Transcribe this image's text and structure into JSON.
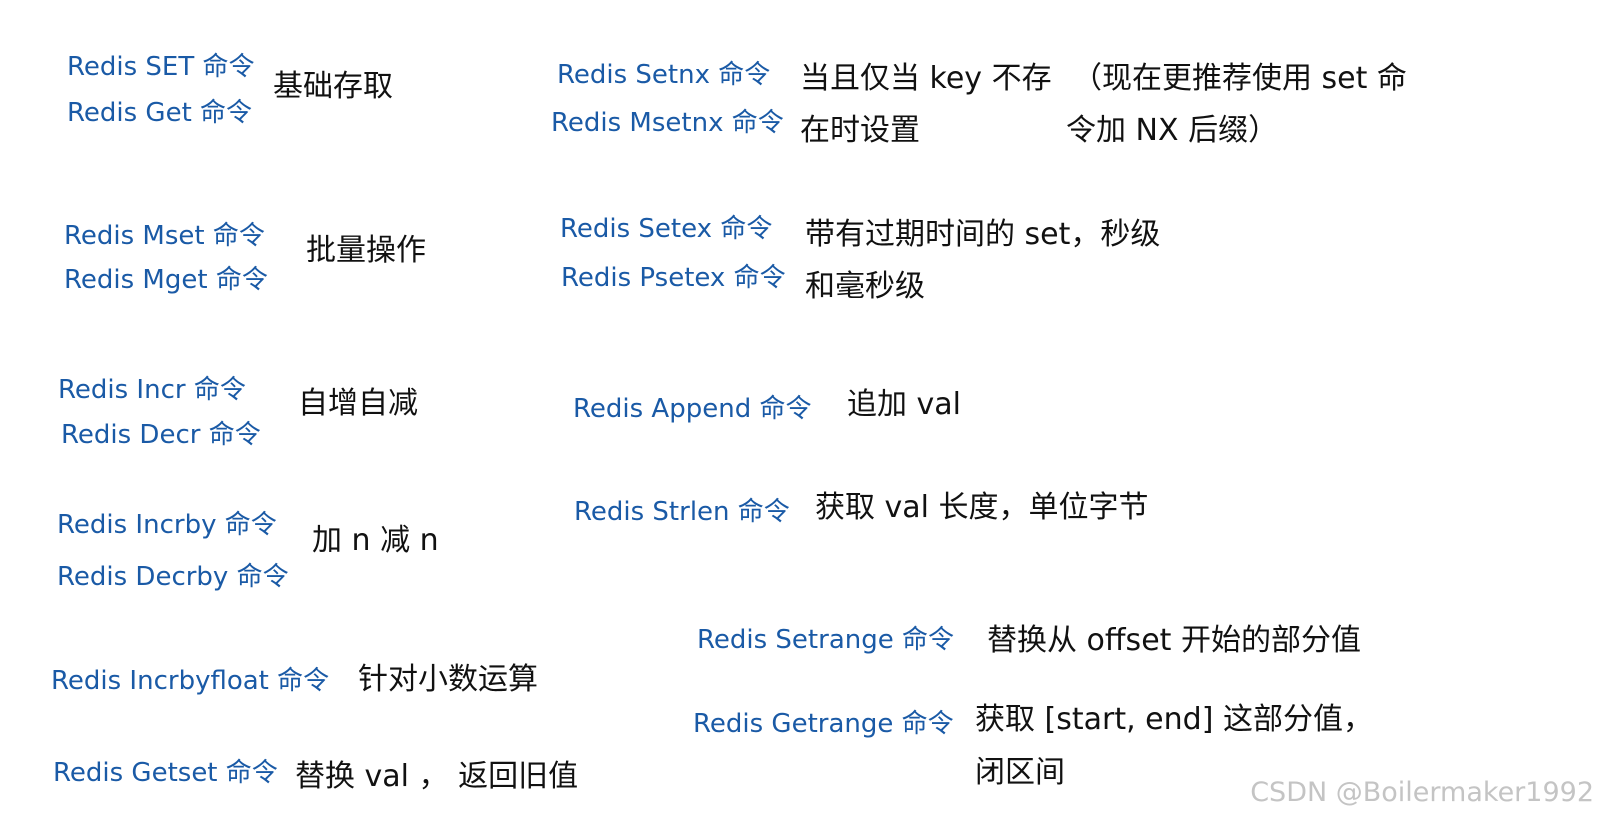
{
  "left_groups": [
    {
      "commands": [
        "Redis SET 命令",
        "Redis Get 命令"
      ],
      "description": "基础存取"
    },
    {
      "commands": [
        "Redis Mset 命令",
        "Redis Mget 命令"
      ],
      "description": "批量操作"
    },
    {
      "commands": [
        "Redis Incr 命令",
        "Redis Decr 命令"
      ],
      "description": "自增自减"
    },
    {
      "commands": [
        "Redis Incrby 命令",
        "Redis Decrby 命令"
      ],
      "description": "加 n 减 n"
    },
    {
      "commands": [
        "Redis Incrbyfloat 命令"
      ],
      "description": "针对小数运算"
    },
    {
      "commands": [
        "Redis Getset 命令"
      ],
      "description": "替换 val ，  返回旧值"
    }
  ],
  "right_groups": [
    {
      "commands": [
        "Redis Setnx 命令",
        "Redis Msetnx 命令"
      ],
      "description": [
        "当且仅当 key 不存",
        "在时设置"
      ],
      "note": [
        "（现在更推荐使用 set 命",
        "令加 NX 后缀）"
      ]
    },
    {
      "commands": [
        "Redis Setex 命令",
        "Redis Psetex 命令"
      ],
      "description": [
        "带有过期时间的 set，秒级",
        "和毫秒级"
      ]
    },
    {
      "commands": [
        "Redis Append 命令"
      ],
      "description": "追加 val"
    },
    {
      "commands": [
        "Redis Strlen 命令"
      ],
      "description": "获取 val 长度，单位字节"
    },
    {
      "commands": [
        "Redis Setrange 命令"
      ],
      "description": "替换从 offset 开始的部分值"
    },
    {
      "commands": [
        "Redis Getrange 命令"
      ],
      "description": [
        "获取 [start, end] 这部分值，",
        "闭区间"
      ]
    }
  ],
  "watermark": "CSDN @Boilermaker1992"
}
